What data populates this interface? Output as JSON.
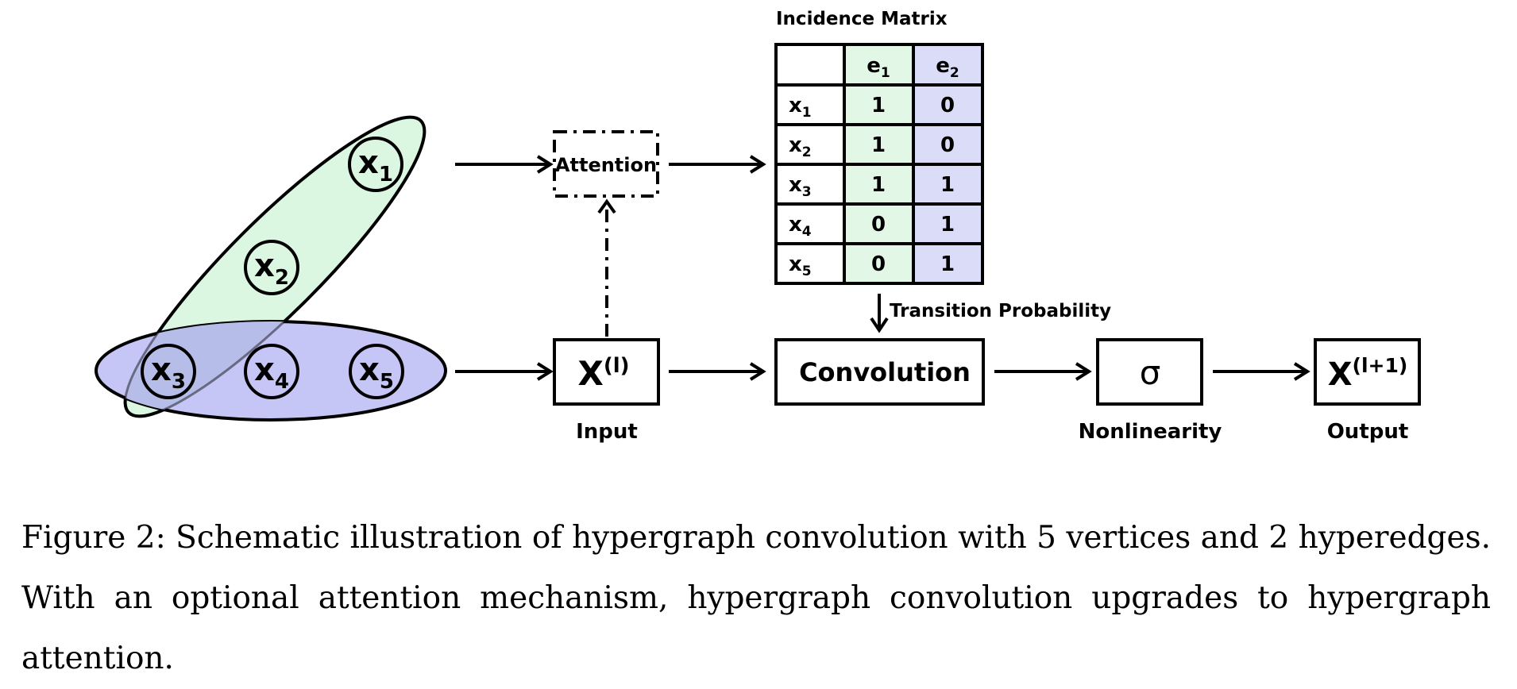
{
  "diagram": {
    "nodes": [
      {
        "base": "x",
        "sub": "1"
      },
      {
        "base": "x",
        "sub": "2"
      },
      {
        "base": "x",
        "sub": "3"
      },
      {
        "base": "x",
        "sub": "4"
      },
      {
        "base": "x",
        "sub": "5"
      }
    ],
    "attention_label": "Attention",
    "incidence": {
      "title": "Incidence Matrix",
      "columns": [
        {
          "base": "e",
          "sub": "1"
        },
        {
          "base": "e",
          "sub": "2"
        }
      ],
      "rows": [
        {
          "base": "x",
          "sub": "1",
          "values": [
            "1",
            "0"
          ]
        },
        {
          "base": "x",
          "sub": "2",
          "values": [
            "1",
            "0"
          ]
        },
        {
          "base": "x",
          "sub": "3",
          "values": [
            "1",
            "1"
          ]
        },
        {
          "base": "x",
          "sub": "4",
          "values": [
            "0",
            "1"
          ]
        },
        {
          "base": "x",
          "sub": "5",
          "values": [
            "0",
            "1"
          ]
        }
      ]
    },
    "transition_label": "Transition Probability",
    "input_box": {
      "base": "X",
      "sup": "(l)"
    },
    "input_label": "Input",
    "convolution_label": "Convolution",
    "sigma_label": "σ",
    "nonlinearity_label": "Nonlinearity",
    "output_box": {
      "base": "X",
      "sup": "(l+1)"
    },
    "output_label": "Output",
    "colors": {
      "hyperedge_1": "#dbf7e1",
      "hyperedge_2": "#c5c5f6",
      "overlap": "#b6bde8",
      "col_e1": "#e2f7e6",
      "col_e2": "#dbdcf8",
      "stroke": "#000000"
    }
  },
  "caption": "Figure 2: Schematic illustration of hypergraph convolution with 5 vertices and 2 hyperedges. With an optional attention mechanism, hypergraph convolution upgrades to hypergraph attention."
}
